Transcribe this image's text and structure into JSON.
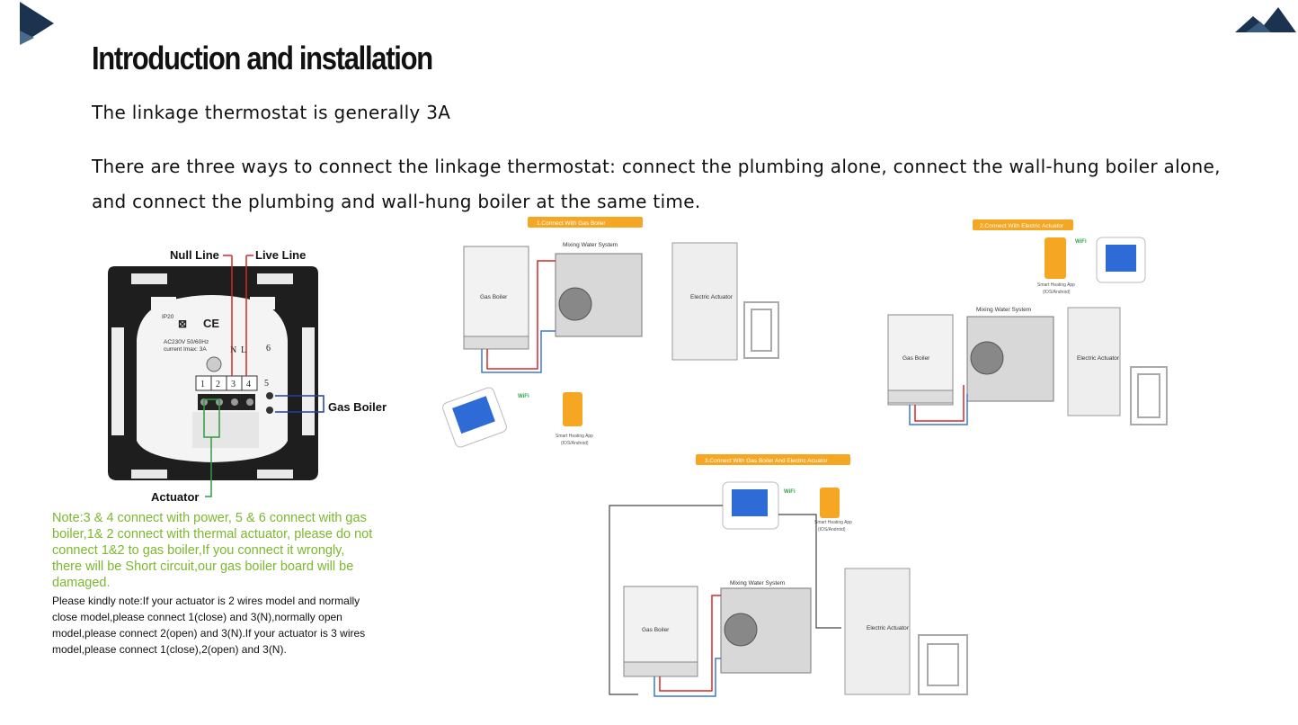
{
  "header": {
    "title": "Introduction and installation",
    "subtitle": "The linkage thermostat is generally 3A",
    "paragraph": "There are three ways to connect the linkage thermostat: connect the plumbing alone, connect the wall-hung boiler alone, and connect the plumbing and wall-hung boiler at the same time."
  },
  "wiring": {
    "null_line": "Null Line",
    "live_line": "Live Line",
    "gas_boiler": "Gas Boiler",
    "actuator": "Actuator",
    "ip_rating": "IP20",
    "ce_mark": "CE",
    "rating_line1": "AC230V 50/60Hz",
    "rating_line2": "current Imax: 3A",
    "n_label": "N",
    "l_label": "L",
    "term6": "6",
    "term5": "5",
    "t1": "1",
    "t2": "2",
    "t3": "3",
    "t4": "4"
  },
  "notes": {
    "warning": "Note:3 & 4 connect with power, 5 & 6 connect with gas boiler,1& 2 connect with thermal actuator, please do not connect 1&2 to gas boiler,If you connect it wrongly, there will be Short circuit,our gas boiler board will be damaged.",
    "kindly": "Please kindly note:If your actuator is 2 wires model and normally close model,please connect 1(close) and 3(N),normally open model,please connect 2(open) and 3(N).If your actuator is 3 wires model,please connect 1(close),2(open) and 3(N)."
  },
  "diagrams": {
    "d1": {
      "banner": "1.Connect With Gas Boiler",
      "gas_boiler": "Gas Boiler",
      "mixing": "Mixing Water System",
      "actuator": "Electric Actuator",
      "app": "Smart Heating App",
      "os": "(IOS/Android)",
      "wifi": "WiFi"
    },
    "d2": {
      "banner": "2.Connect With Electric Actuator",
      "gas_boiler": "Gas Boiler",
      "mixing": "Mixing Water System",
      "actuator": "Electric Actuator",
      "app": "Smart Heating App",
      "os": "(IOS/Android)",
      "wifi": "WiFi"
    },
    "d3": {
      "banner": "3.Connect With Gas Boiler And Electric Acuator",
      "gas_boiler": "Gas Boiler",
      "mixing": "Mixing Water System",
      "actuator": "Electric Actuator",
      "app": "Smart Heating App",
      "os": "(IOS/Android)",
      "wifi": "WiFi"
    }
  },
  "colors": {
    "navy": "#1c3350",
    "banner": "#f5a623",
    "note_green": "#7cb82f",
    "red_wire": "#d7282a",
    "blue_wire": "#3b78d0"
  }
}
